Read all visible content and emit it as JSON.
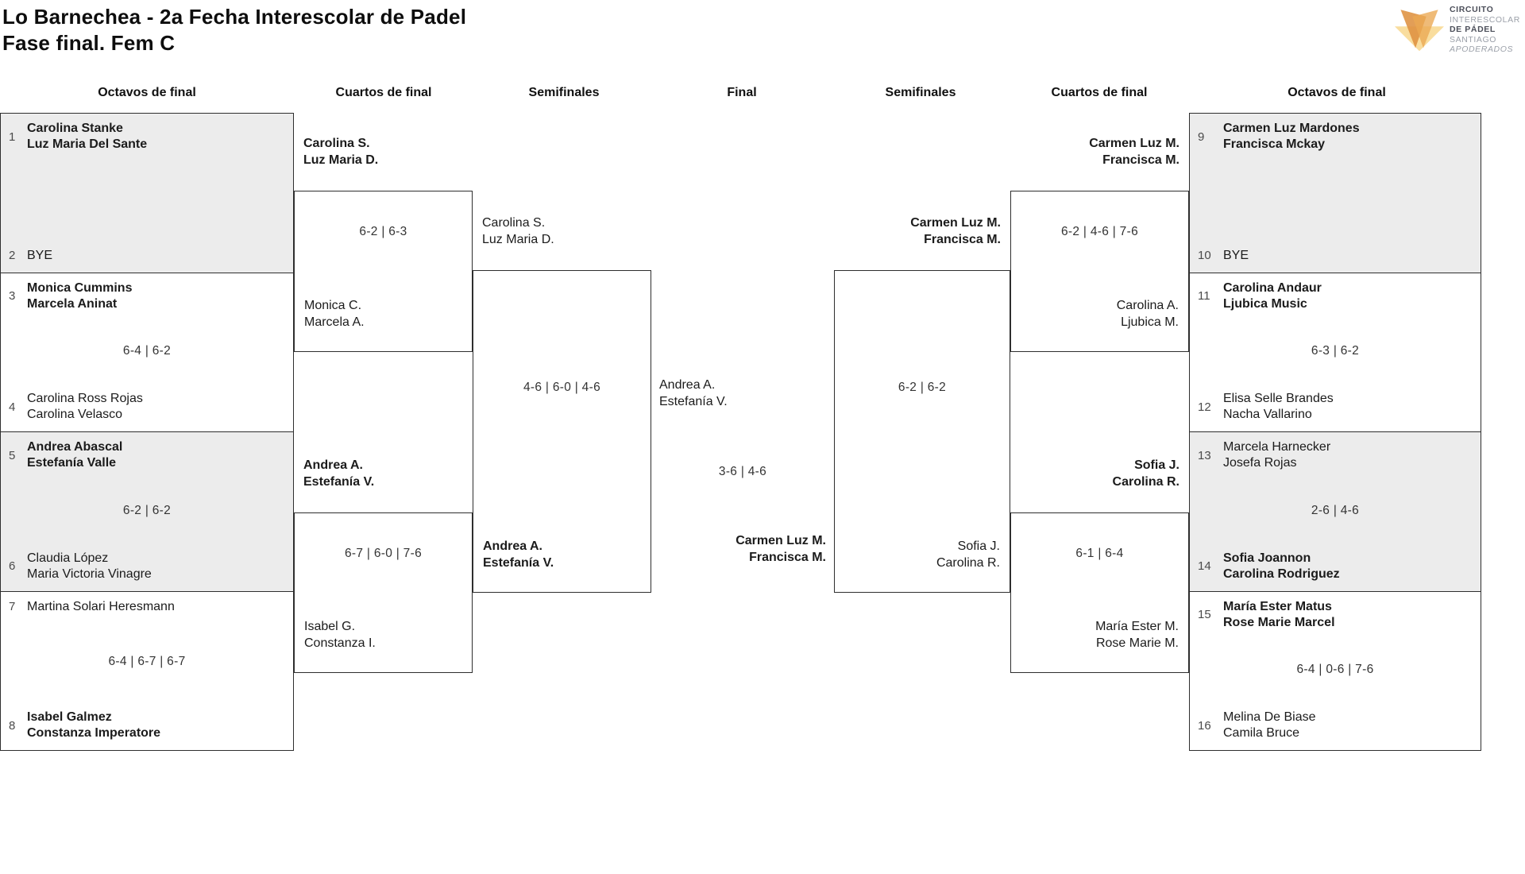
{
  "title": {
    "line1": "Lo Barnechea - 2a Fecha Interescolar de Padel",
    "line2": "Fase final. Fem C"
  },
  "logo": {
    "line1": "CIRCUITO",
    "line2": "INTERESCOLAR",
    "line3": "DE PÁDEL",
    "line4": "SANTIAGO",
    "line5": "APODERADOS"
  },
  "colors": {
    "logo_orange_dark": "#DE9140",
    "logo_orange_light": "#EAA852",
    "logo_orange_pale": "#F9DD9E",
    "shaded_cell": "#ececec",
    "border": "#2e2e2e"
  },
  "rounds": {
    "r1": "Octavos de final",
    "r2": "Cuartos de final",
    "r3": "Semifinales",
    "r4": "Final",
    "r5": "Semifinales",
    "r6": "Cuartos de final",
    "r7": "Octavos de final"
  },
  "octavos_left": [
    {
      "seed_a": "1",
      "a1": "Carolina Stanke",
      "a2": "Luz Maria Del Sante",
      "score": "",
      "seed_b": "2",
      "b1": "BYE",
      "b2": ""
    },
    {
      "seed_a": "3",
      "a1": "Monica Cummins",
      "a2": "Marcela Aninat",
      "score": "6-4 | 6-2",
      "seed_b": "4",
      "b1": "Carolina Ross Rojas",
      "b2": "Carolina Velasco"
    },
    {
      "seed_a": "5",
      "a1": "Andrea Abascal",
      "a2": "Estefanía Valle",
      "score": "6-2 | 6-2",
      "seed_b": "6",
      "b1": "Claudia López",
      "b2": "Maria Victoria Vinagre"
    },
    {
      "seed_a": "7",
      "a1": "Martina Solari Heresmann",
      "a2": "",
      "score": "6-4 | 6-7 | 6-7",
      "seed_b": "8",
      "b1": "Isabel Galmez",
      "b2": "Constanza Imperatore"
    }
  ],
  "octavos_right": [
    {
      "seed_a": "9",
      "a1": "Carmen Luz Mardones",
      "a2": "Francisca Mckay",
      "score": "",
      "seed_b": "10",
      "b1": "BYE",
      "b2": ""
    },
    {
      "seed_a": "11",
      "a1": "Carolina Andaur",
      "a2": "Ljubica Music",
      "score": "6-3 | 6-2",
      "seed_b": "12",
      "b1": "Elisa Selle Brandes",
      "b2": "Nacha Vallarino"
    },
    {
      "seed_a": "13",
      "a1": "Marcela Harnecker",
      "a2": "Josefa Rojas",
      "score": "2-6 | 4-6",
      "seed_b": "14",
      "b1": "Sofia Joannon",
      "b2": "Carolina Rodriguez"
    },
    {
      "seed_a": "15",
      "a1": "María Ester Matus",
      "a2": "Rose Marie Marcel",
      "score": "6-4 | 0-6 | 7-6",
      "seed_b": "16",
      "b1": "Melina De Biase",
      "b2": "Camila Bruce"
    }
  ],
  "cuartos_left": [
    {
      "top1": "Carolina S.",
      "top2": "Luz Maria D.",
      "score": "6-2 | 6-3",
      "bot1": "Monica C.",
      "bot2": "Marcela A."
    },
    {
      "top1": "Andrea A.",
      "top2": "Estefanía V.",
      "score": "6-7 | 6-0 | 7-6",
      "bot1": "Isabel G.",
      "bot2": "Constanza I."
    }
  ],
  "semifinal_left": {
    "top1": "Carolina S.",
    "top2": "Luz Maria D.",
    "score": "4-6 | 6-0 | 4-6",
    "bot1": "Andrea A.",
    "bot2": "Estefanía V."
  },
  "final": {
    "left1": "Andrea A.",
    "left2": "Estefanía V.",
    "score": "3-6 | 4-6",
    "right1": "Carmen Luz M.",
    "right2": "Francisca M."
  },
  "semifinal_right": {
    "top1": "Carmen Luz M.",
    "top2": "Francisca M.",
    "score": "6-2 | 6-2",
    "bot1": "Sofia J.",
    "bot2": "Carolina R."
  },
  "cuartos_right": [
    {
      "top1": "Carmen Luz M.",
      "top2": "Francisca M.",
      "score": "6-2 | 4-6 | 7-6",
      "bot1": "Carolina A.",
      "bot2": "Ljubica M."
    },
    {
      "top1": "Sofia J.",
      "top2": "Carolina R.",
      "score": "6-1 | 6-4",
      "bot1": "María Ester M.",
      "bot2": "Rose Marie M."
    }
  ]
}
